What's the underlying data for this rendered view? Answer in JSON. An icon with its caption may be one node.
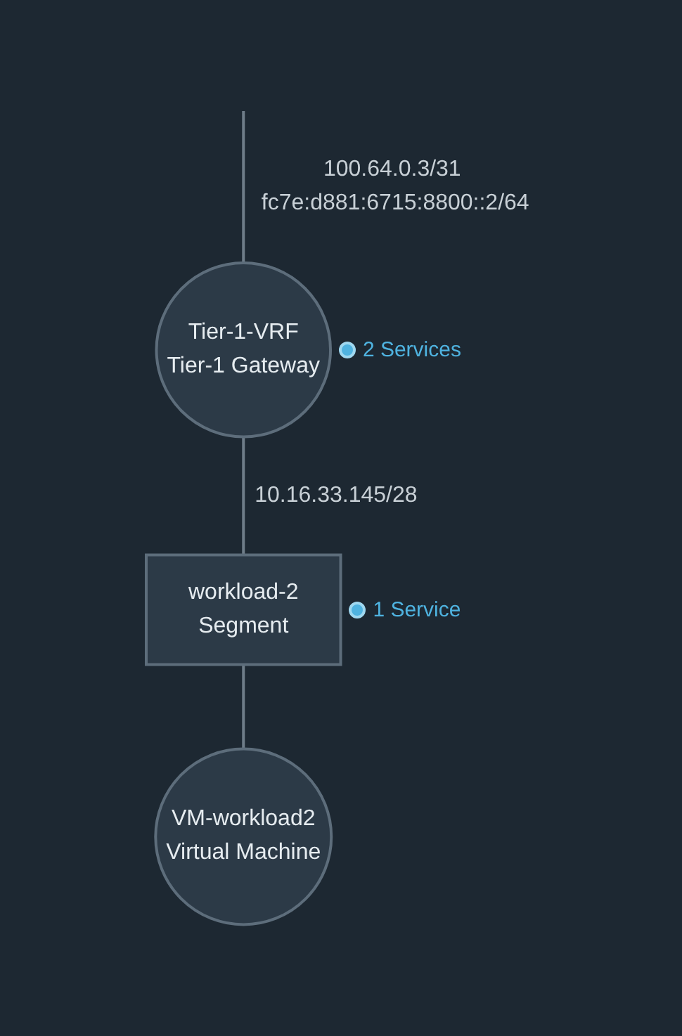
{
  "diagram": {
    "nodes": [
      {
        "text": [
          "Tier-1-VRF",
          "Tier-1 Gateway"
        ],
        "beside": [
          "2 Services"
        ]
      },
      {
        "text": [
          "workload-2",
          "Segment"
        ],
        "beside": [
          "1 Service"
        ]
      },
      {
        "text": [
          "VM-workload2",
          "Virtual Machine"
        ]
      }
    ],
    "edges": [
      {
        "from": null,
        "to": 0,
        "arrow": "none",
        "label": "100.64.0.3/31 fc7e:d881:6715:8800::2/64"
      },
      {
        "from": 0,
        "to": 1,
        "arrow": "none",
        "label": "10.16.33.145/28"
      },
      {
        "from": 1,
        "to": 2,
        "arrow": "none"
      }
    ]
  }
}
